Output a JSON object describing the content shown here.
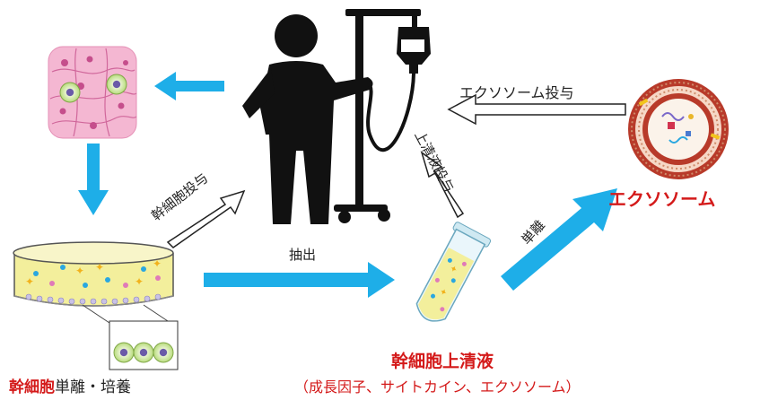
{
  "labels": {
    "exosome": "エクソソーム",
    "supernatant_title": "幹細胞上清液",
    "supernatant_sub": "（成長因子、サイトカイン、エクソソーム）",
    "stem_cell_bold": "幹細胞",
    "stem_cell_rest": "単離・培養",
    "extract": "抽出",
    "exosome_admin": "エクソソーム投与",
    "stem_cell_admin": "幹細胞投与",
    "supernatant_admin": "上清液投与",
    "isolate": "単離"
  },
  "colors": {
    "arrow_blue": "#1eaee8",
    "title_red": "#d41a1a",
    "figure_black": "#111111",
    "tissue_pink": "#f4b7d2",
    "culture_yellow": "#f3ef9c",
    "exosome_red": "#b83a2a"
  }
}
